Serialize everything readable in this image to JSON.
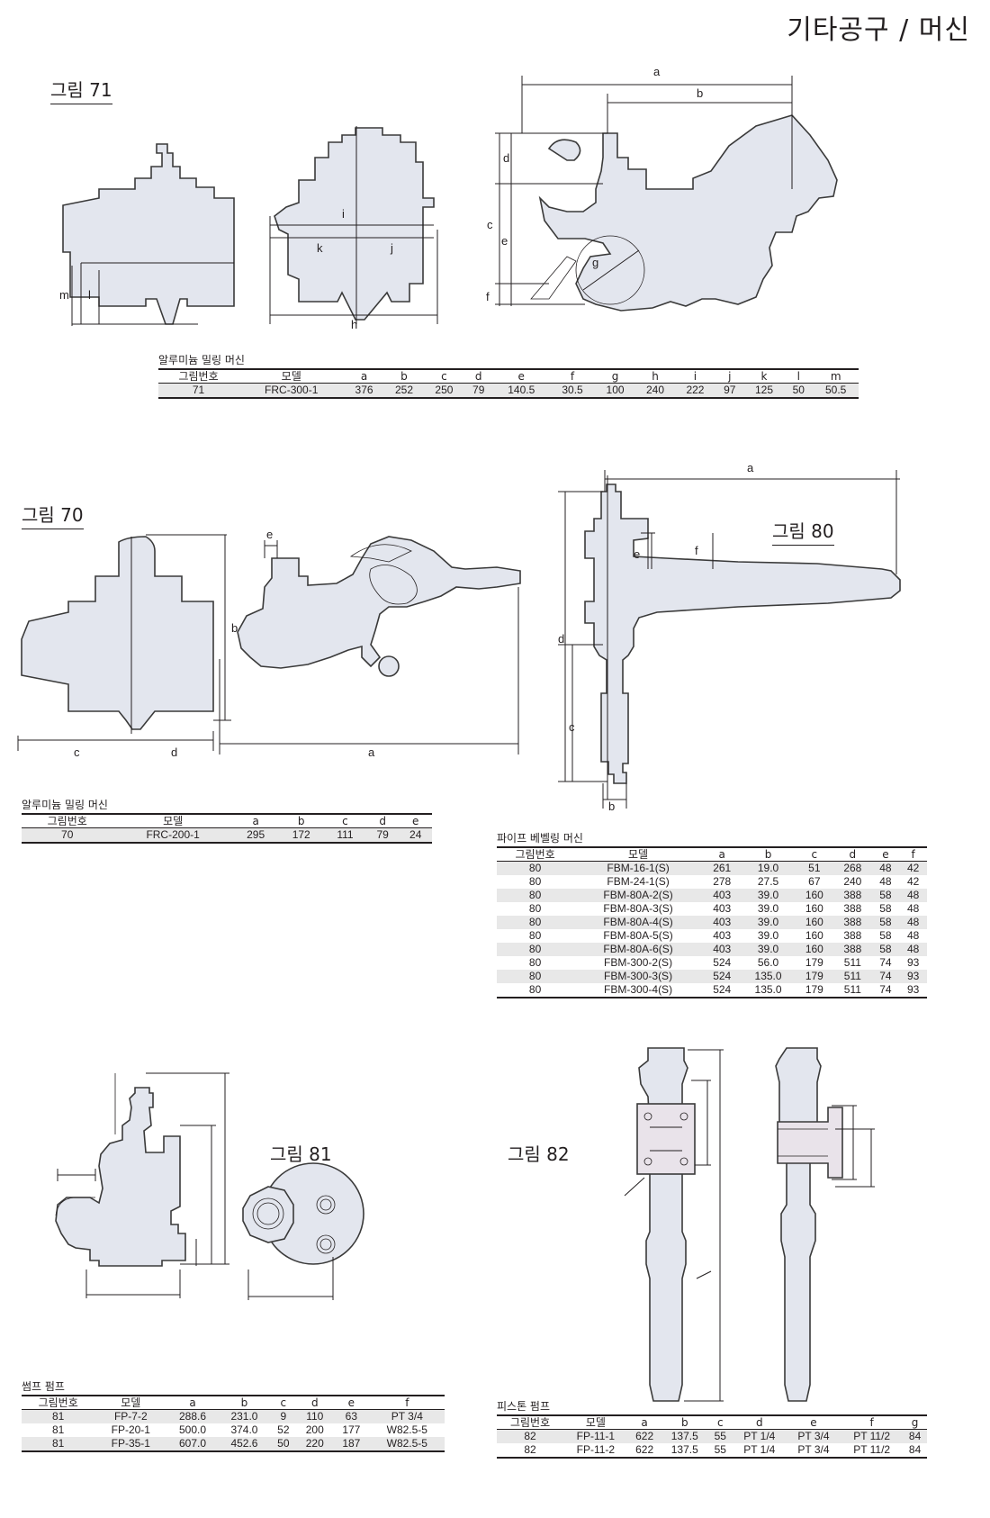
{
  "page": {
    "header": "기타공구 / 머신"
  },
  "figures": {
    "f71": {
      "label": "그림 71",
      "dims": {
        "a": "a",
        "b": "b",
        "c": "c",
        "d": "d",
        "e": "e",
        "f": "f",
        "g": "g",
        "h": "h",
        "i": "i",
        "j": "j",
        "k": "k",
        "l": "l",
        "m": "m"
      }
    },
    "f70": {
      "label": "그림 70",
      "dims": {
        "a": "a",
        "b": "b",
        "c": "c",
        "d": "d",
        "e": "e"
      }
    },
    "f80": {
      "label": "그림 80",
      "dims": {
        "a": "a",
        "b": "b",
        "c": "c",
        "d": "d",
        "e": "e",
        "f": "f"
      }
    },
    "f81": {
      "label": "그림 81"
    },
    "f82": {
      "label": "그림 82"
    }
  },
  "tables": {
    "t71": {
      "caption": "알루미늄 밀링 머신",
      "headers": [
        "그림번호",
        "모델",
        "a",
        "b",
        "c",
        "d",
        "e",
        "f",
        "g",
        "h",
        "i",
        "j",
        "k",
        "l",
        "m"
      ],
      "rows": [
        [
          "71",
          "FRC-300-1",
          "376",
          "252",
          "250",
          "79",
          "140.5",
          "30.5",
          "100",
          "240",
          "222",
          "97",
          "125",
          "50",
          "50.5"
        ]
      ]
    },
    "t70": {
      "caption": "알루미늄 밀링 머신",
      "headers": [
        "그림번호",
        "모델",
        "a",
        "b",
        "c",
        "d",
        "e"
      ],
      "rows": [
        [
          "70",
          "FRC-200-1",
          "295",
          "172",
          "111",
          "79",
          "24"
        ]
      ]
    },
    "t80": {
      "caption": "파이프 베벨링 머신",
      "headers": [
        "그림번호",
        "모델",
        "a",
        "b",
        "c",
        "d",
        "e",
        "f"
      ],
      "rows": [
        [
          "80",
          "FBM-16-1(S)",
          "261",
          "19.0",
          "51",
          "268",
          "48",
          "42"
        ],
        [
          "80",
          "FBM-24-1(S)",
          "278",
          "27.5",
          "67",
          "240",
          "48",
          "42"
        ],
        [
          "80",
          "FBM-80A-2(S)",
          "403",
          "39.0",
          "160",
          "388",
          "58",
          "48"
        ],
        [
          "80",
          "FBM-80A-3(S)",
          "403",
          "39.0",
          "160",
          "388",
          "58",
          "48"
        ],
        [
          "80",
          "FBM-80A-4(S)",
          "403",
          "39.0",
          "160",
          "388",
          "58",
          "48"
        ],
        [
          "80",
          "FBM-80A-5(S)",
          "403",
          "39.0",
          "160",
          "388",
          "58",
          "48"
        ],
        [
          "80",
          "FBM-80A-6(S)",
          "403",
          "39.0",
          "160",
          "388",
          "58",
          "48"
        ],
        [
          "80",
          "FBM-300-2(S)",
          "524",
          "56.0",
          "179",
          "511",
          "74",
          "93"
        ],
        [
          "80",
          "FBM-300-3(S)",
          "524",
          "135.0",
          "179",
          "511",
          "74",
          "93"
        ],
        [
          "80",
          "FBM-300-4(S)",
          "524",
          "135.0",
          "179",
          "511",
          "74",
          "93"
        ]
      ]
    },
    "t81": {
      "caption": "썸프 펌프",
      "headers": [
        "그림번호",
        "모델",
        "a",
        "b",
        "c",
        "d",
        "e",
        "f"
      ],
      "rows": [
        [
          "81",
          "FP-7-2",
          "288.6",
          "231.0",
          "9",
          "110",
          "63",
          "PT 3/4"
        ],
        [
          "81",
          "FP-20-1",
          "500.0",
          "374.0",
          "52",
          "200",
          "177",
          "W82.5-5"
        ],
        [
          "81",
          "FP-35-1",
          "607.0",
          "452.6",
          "50",
          "220",
          "187",
          "W82.5-5"
        ]
      ]
    },
    "t82": {
      "caption": "피스톤 펌프",
      "headers": [
        "그림번호",
        "모델",
        "a",
        "b",
        "c",
        "d",
        "e",
        "f",
        "g"
      ],
      "rows": [
        [
          "82",
          "FP-11-1",
          "622",
          "137.5",
          "55",
          "PT 1/4",
          "PT 3/4",
          "PT 11/2",
          "84"
        ],
        [
          "82",
          "FP-11-2",
          "622",
          "137.5",
          "55",
          "PT 1/4",
          "PT 3/4",
          "PT 11/2",
          "84"
        ]
      ]
    }
  }
}
